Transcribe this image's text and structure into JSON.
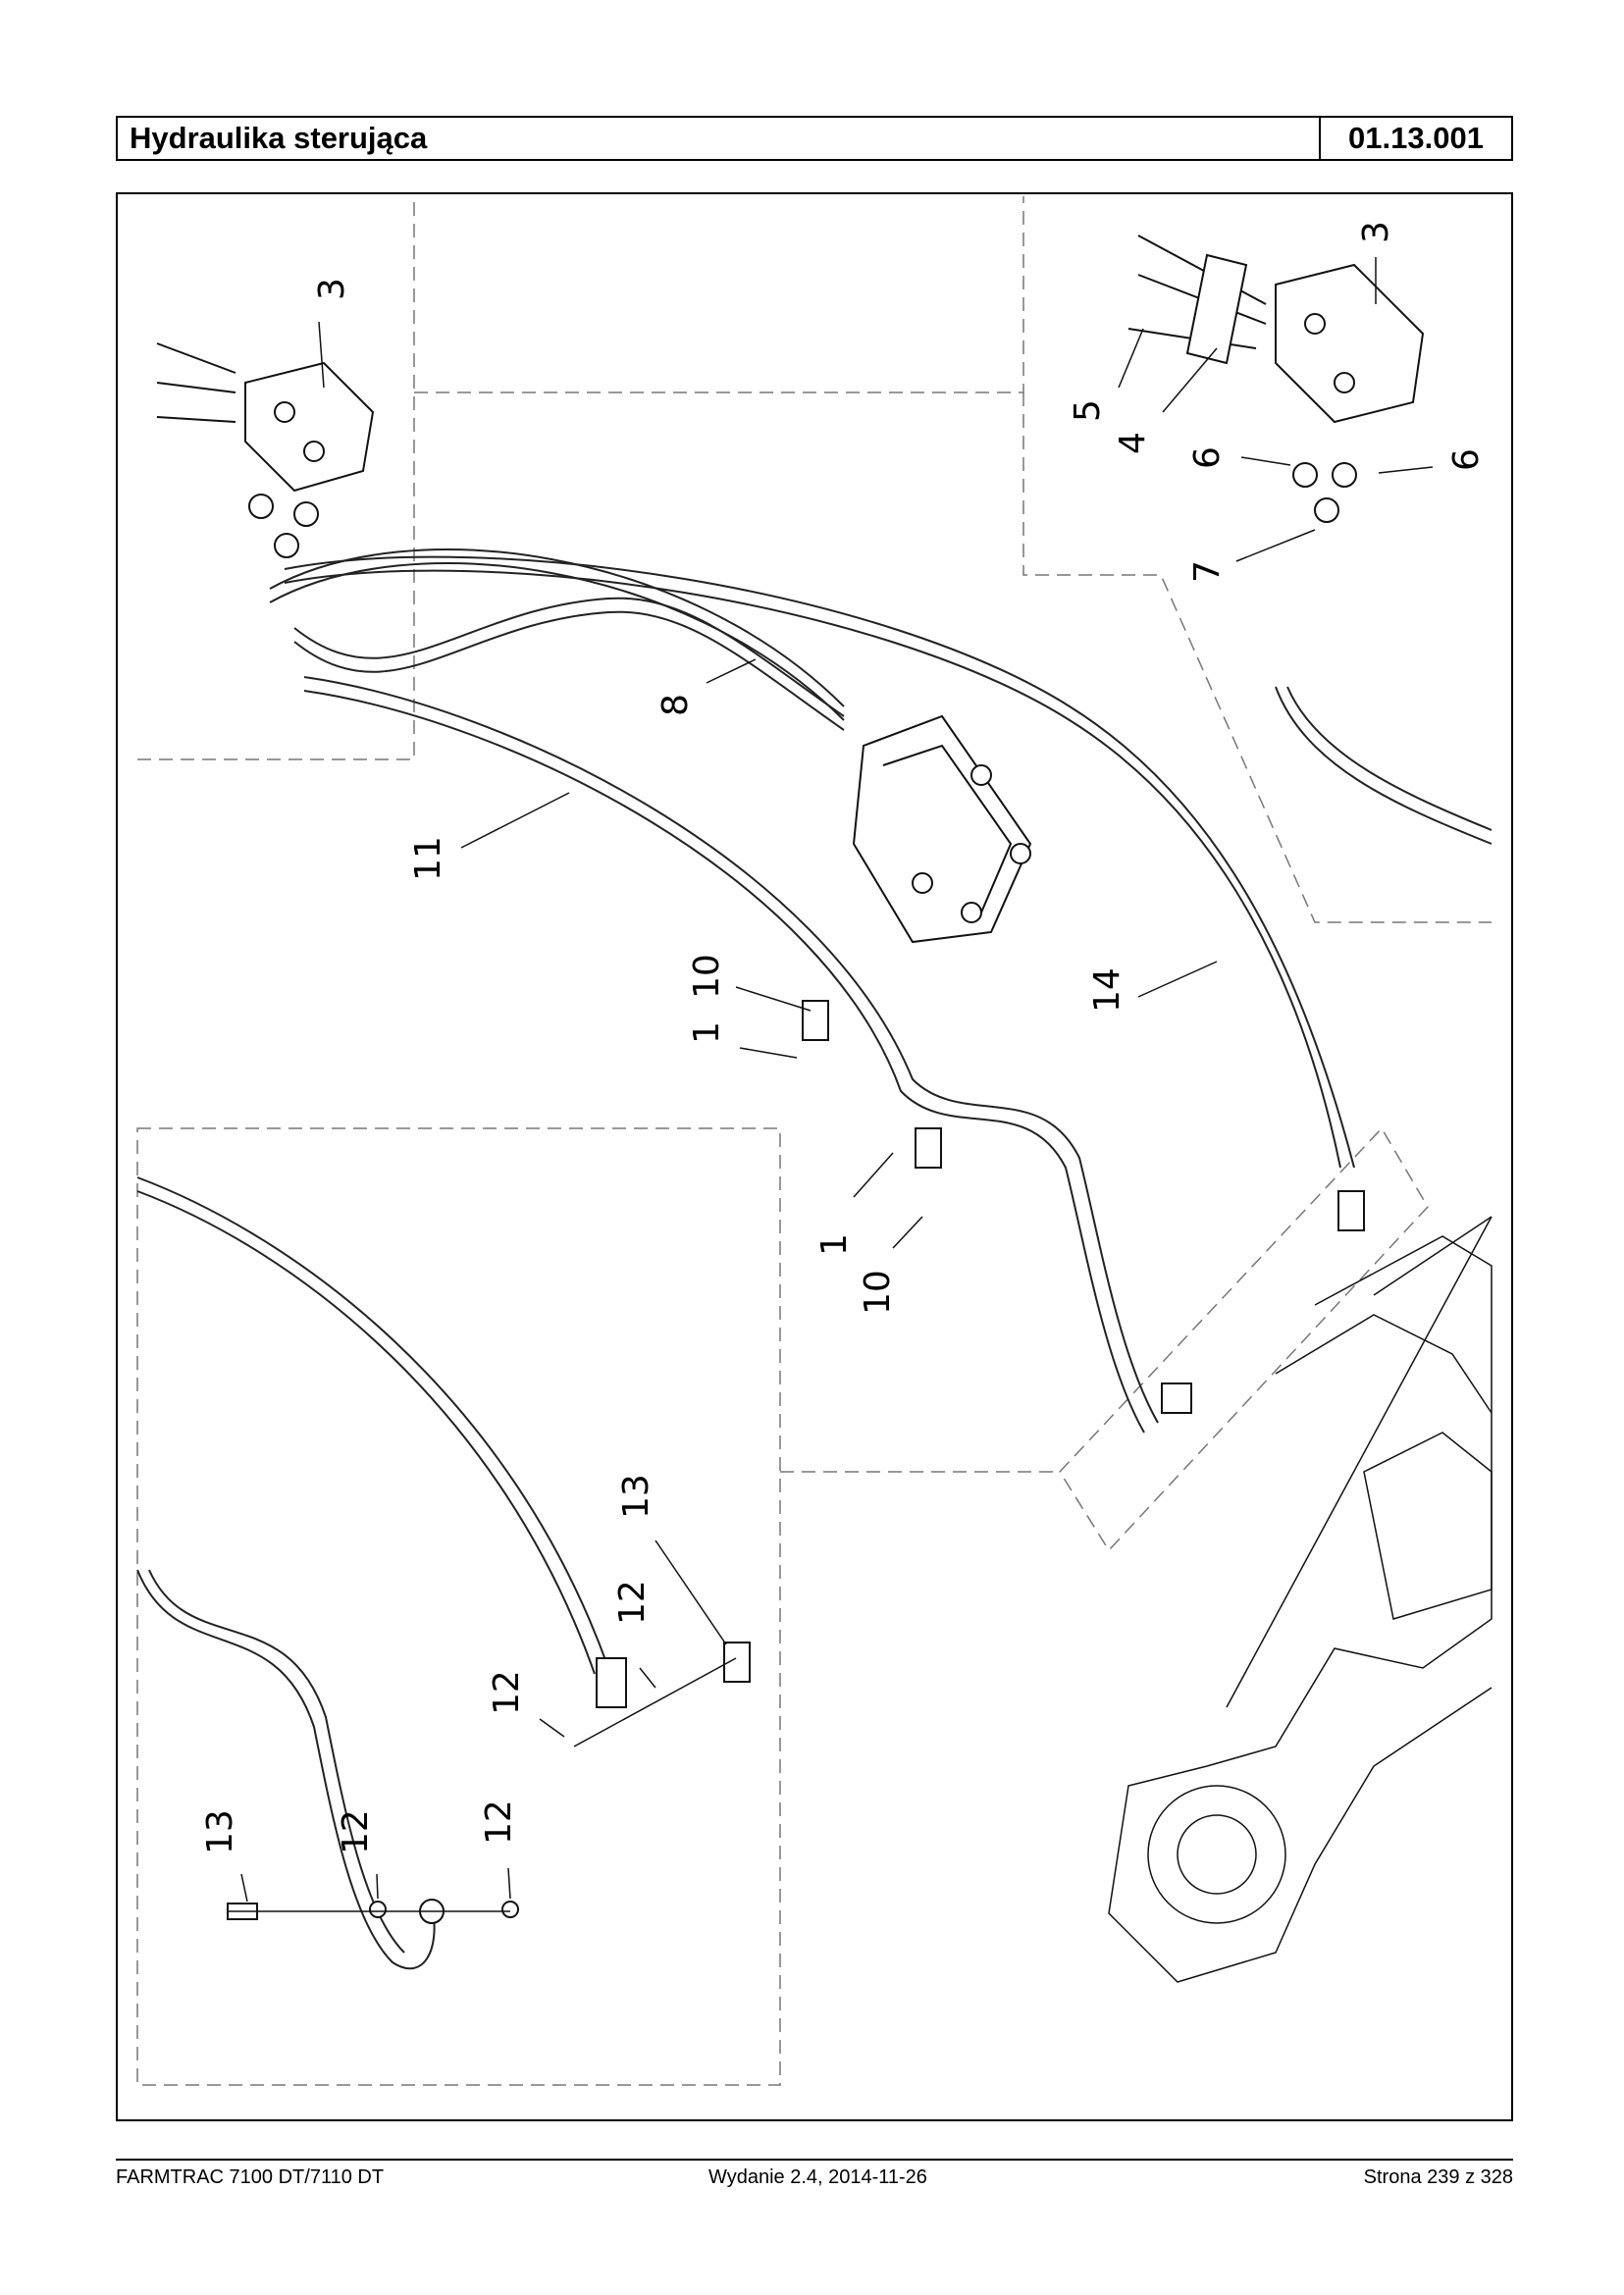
{
  "header": {
    "title": "Hydraulika sterująca",
    "code": "01.13.001"
  },
  "callouts": {
    "c3_left": "3",
    "c3_right": "3",
    "c5": "5",
    "c4": "4",
    "c6_a": "6",
    "c6_b": "6",
    "c7": "7",
    "c8": "8",
    "c11": "11",
    "c10_top": "10",
    "c1_top": "1",
    "c14": "14",
    "c1_mid": "1",
    "c10_mid": "10",
    "c13_a": "13",
    "c12_a": "12",
    "c12_b": "12",
    "c13_b": "13",
    "c12_c": "12",
    "c12_d": "12"
  },
  "footer": {
    "model": "FARMTRAC 7100 DT/7110 DT",
    "edition": "Wydanie 2.4,  2014-11-26",
    "page": "Strona 239 z 328"
  }
}
